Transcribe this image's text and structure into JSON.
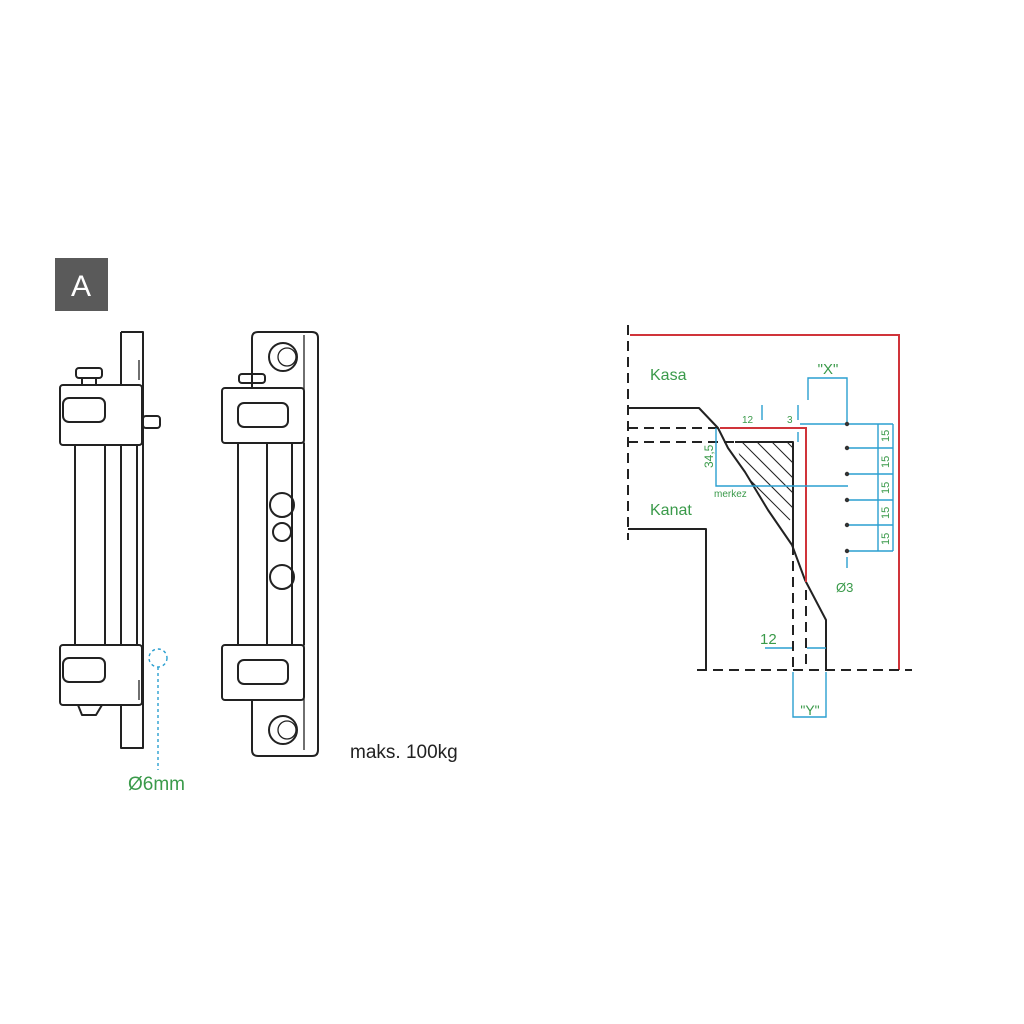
{
  "badge": {
    "label": "A",
    "color": "#5a5a5a"
  },
  "left_view": {
    "pin_diameter_label": "Ø6mm"
  },
  "load_label": "maks. 100kg",
  "section": {
    "frame_label": "Kasa",
    "sash_label": "Kanat",
    "x_label": "\"X\"",
    "y_label": "\"Y\"",
    "dim_top_12": "12",
    "dim_3": "3",
    "dim_34_5": "34,5",
    "center_label": "merkez",
    "hole_spacings": [
      "15",
      "15",
      "15",
      "15",
      "15"
    ],
    "hole_diameter": "Ø3",
    "dim_bottom_12": "12"
  },
  "colors": {
    "frame_red": "#d0343a",
    "dimension_blue": "#2a9fd0",
    "label_green": "#3a9a4a"
  }
}
